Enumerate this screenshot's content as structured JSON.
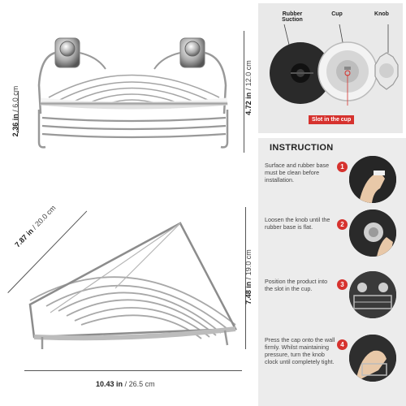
{
  "dimensions": {
    "height_small": {
      "in_value": "2.36",
      "in_unit": "in",
      "cm": "6.0 cm"
    },
    "height_large": {
      "in_value": "4.72",
      "in_unit": "in",
      "cm": "12.0 cm"
    },
    "depth": {
      "in_value": "7.87",
      "in_unit": "in",
      "cm": "20.0 cm"
    },
    "side": {
      "in_value": "7.48",
      "in_unit": "in",
      "cm": "19.0 cm"
    },
    "width": {
      "in_value": "10.43",
      "in_unit": "in",
      "cm": "26.5 cm"
    }
  },
  "parts": {
    "rubber_suction": "Rubber Suction",
    "cup": "Cup",
    "knob": "Knob",
    "slot": "Slot in the cup"
  },
  "instruction": {
    "title": "INSTRUCTION",
    "steps": [
      {
        "number": "1",
        "text": "Surface and rubber base must be clean before installation."
      },
      {
        "number": "2",
        "text": "Loosen the knob until the rubber base is flat."
      },
      {
        "number": "3",
        "text": "Position the product into the slot in the cup."
      },
      {
        "number": "4",
        "text": "Press the cap onto the wall firmly. Whilst maintaining pressure, turn the knob clock until completely tight."
      }
    ]
  },
  "separator": "/",
  "colors": {
    "accent": "#d6322e",
    "panel": "#ececec"
  }
}
